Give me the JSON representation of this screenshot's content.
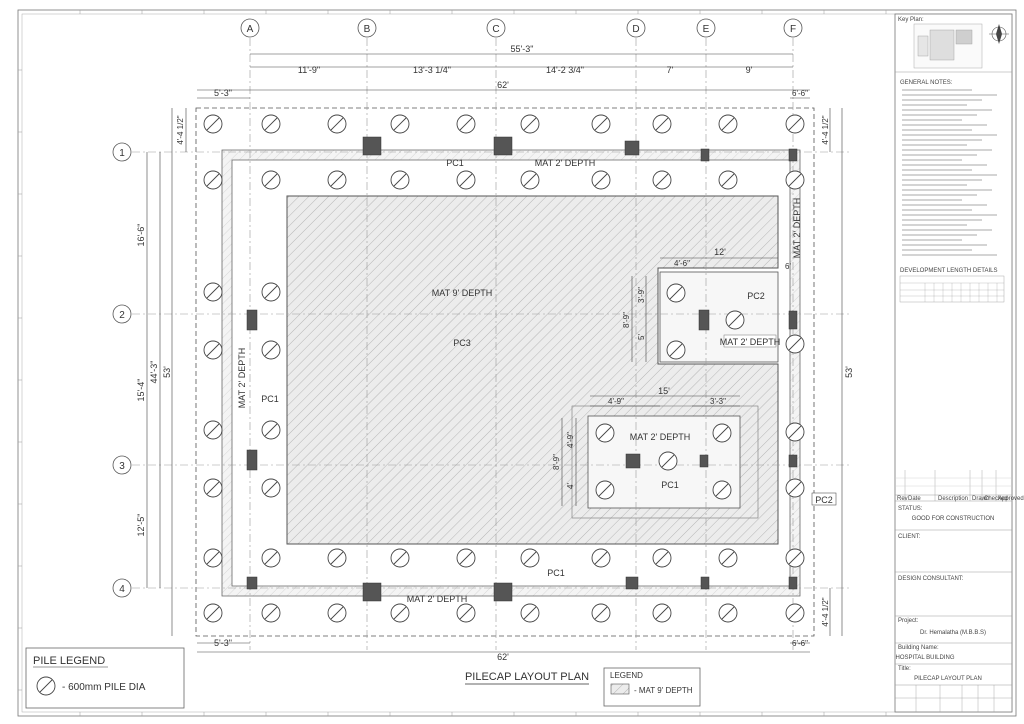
{
  "title": "PILECAP LAYOUT PLAN",
  "grids": {
    "columns": [
      "A",
      "B",
      "C",
      "D",
      "E",
      "F"
    ],
    "rows": [
      "1",
      "2",
      "3",
      "4"
    ]
  },
  "dimensions": {
    "top_total": "55'-3\"",
    "top_segments": [
      "11'-9\"",
      "13'-3 1/4\"",
      "14'-2 3/4\"",
      "7'",
      "9'"
    ],
    "overall_width": "62'",
    "left_offset": "5'-3\"",
    "right_offset": "6'-6\"",
    "side_offset": "4'-4 1/2\"",
    "left_segments": [
      "16'-6\"",
      "15'-4\"",
      "12'-5\""
    ],
    "left_total": "44'-3\"",
    "overall_height": "53'",
    "pc2_block": [
      "4'-6\"",
      "12'",
      "6'",
      "3'-9\"",
      "5'",
      "8'-9\""
    ],
    "pc1_block": [
      "15'",
      "4'-9\"",
      "3'-3\"",
      "4'-9\"",
      "4'",
      "8'-9\""
    ]
  },
  "labels": {
    "pc1": "PC1",
    "pc2": "PC2",
    "pc3": "PC3",
    "mat2": "MAT 2' DEPTH",
    "mat9": "MAT 9' DEPTH"
  },
  "pile_legend": {
    "title": "PILE LEGEND",
    "item": "- 600mm PILE DIA"
  },
  "legend": {
    "title": "LEGEND",
    "item": "- MAT 9' DEPTH"
  },
  "title_block": {
    "key_plan": "Key Plan:",
    "general_notes": "GENERAL NOTES:",
    "dev_length": "DEVELOPMENT LENGTH DETAILS",
    "rev_headers": [
      "Rev",
      "Date",
      "Description",
      "Drawn",
      "Checked",
      "Approved"
    ],
    "status_label": "STATUS:",
    "status_value": "GOOD FOR CONSTRUCTION",
    "client_label": "CLIENT:",
    "design_consultant": "DESIGN CONSULTANT:",
    "project_label": "Project:",
    "project_value": "Dr. Hemalatha (M.B.B.S)",
    "building_label": "Building Name:",
    "building_value": "HOSPITAL BUILDING",
    "title_label": "Title:",
    "title_value": "PILECAP LAYOUT PLAN"
  }
}
